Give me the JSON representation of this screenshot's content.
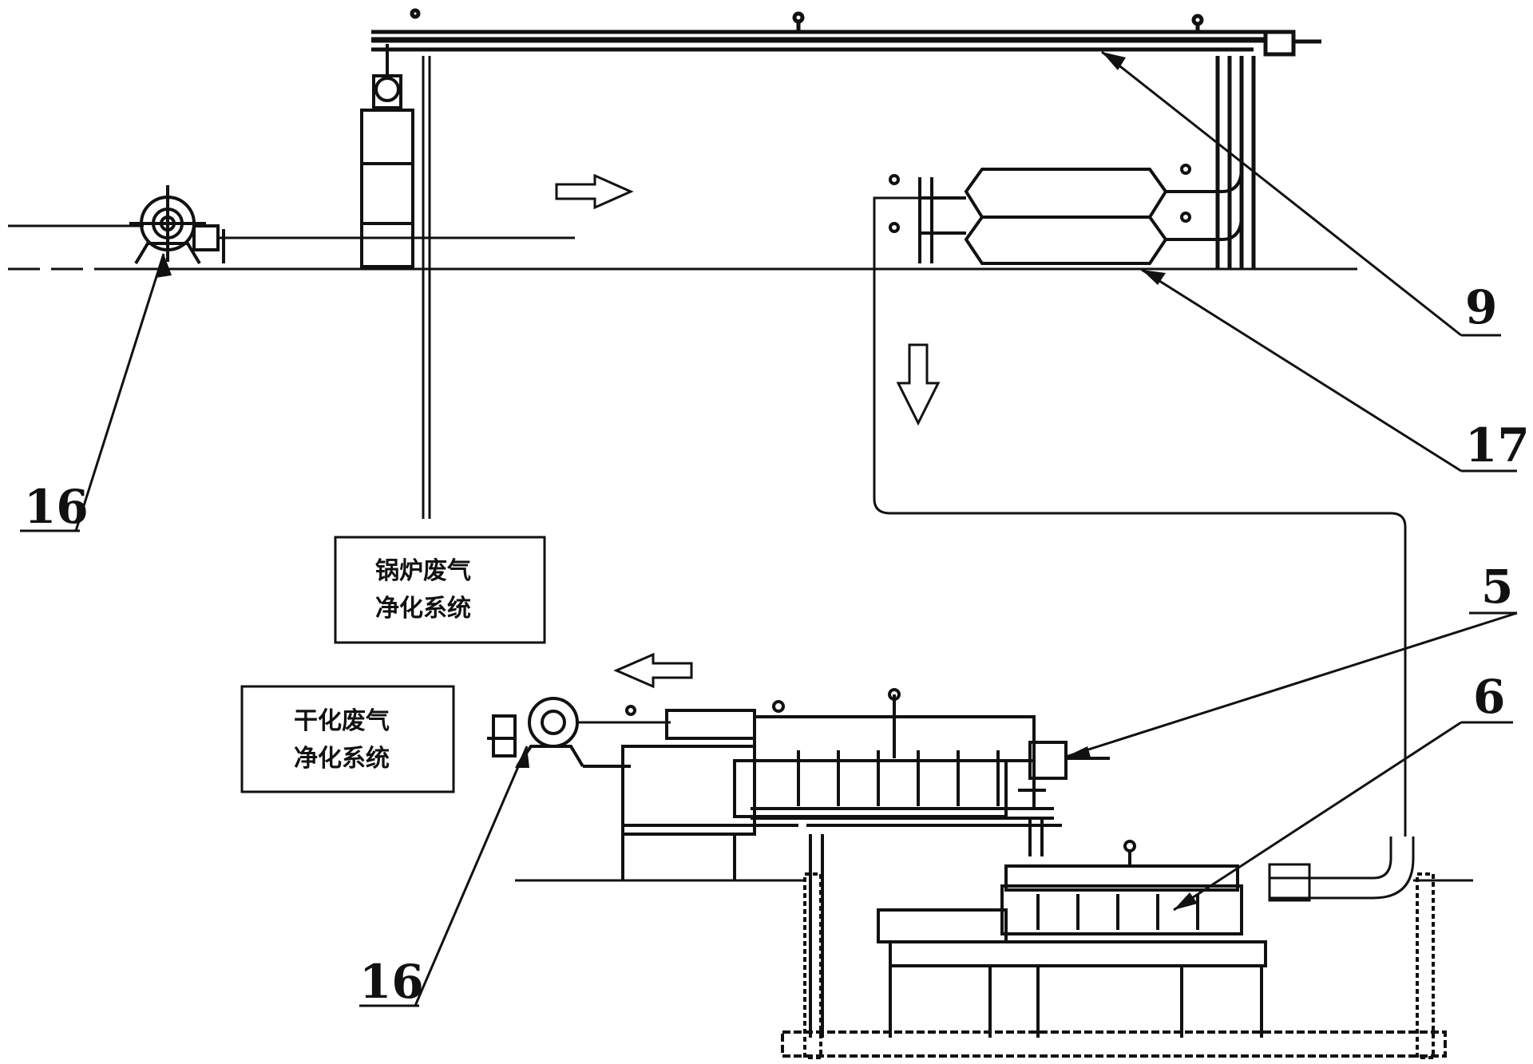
{
  "diagram": {
    "callouts": {
      "fan_top_left": "16",
      "fan_bottom": "16",
      "overhead_duct": "9",
      "heat_exchanger": "17",
      "upper_dryer": "5",
      "lower_dryer": "6"
    },
    "boxes": {
      "boiler_system": {
        "line1": "锅炉废气",
        "line2": "净化系统"
      },
      "drying_system": {
        "line1": "干化废气",
        "line2": "净化系统"
      }
    },
    "colors": {
      "ink": "#111111",
      "background": "#ffffff"
    }
  }
}
